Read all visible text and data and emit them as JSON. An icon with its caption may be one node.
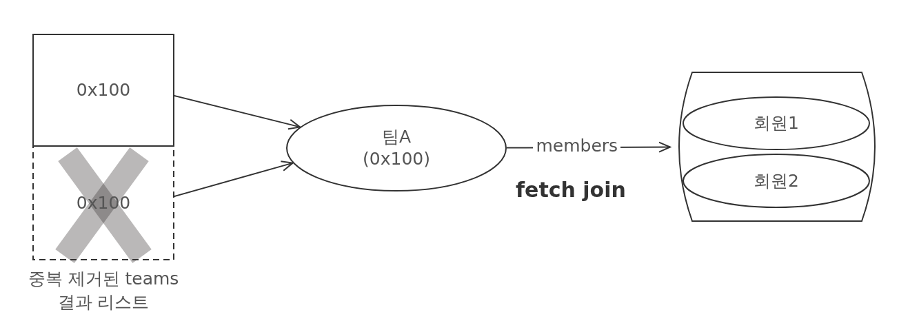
{
  "diagram": {
    "nodes": [
      {
        "text": [
          "0x100"
        ]
      },
      {
        "text": [
          "0x100"
        ]
      },
      {
        "text": [
          "팀A",
          "(0x100)"
        ]
      },
      {
        "text": [],
        "shape": "box"
      },
      {
        "text": [
          "회원1"
        ],
        "in": 3
      },
      {
        "text": [
          "회원2"
        ],
        "in": 3
      }
    ],
    "edges": [
      {
        "from": 0,
        "to": 2,
        "arrow": "to"
      },
      {
        "from": 1,
        "to": 2,
        "arrow": "to"
      },
      {
        "from": 2,
        "to": 3,
        "arrow": "to",
        "label": "members"
      }
    ],
    "labels": [
      "중복 제거된 teams 결과 리스트",
      "fetch join"
    ]
  }
}
